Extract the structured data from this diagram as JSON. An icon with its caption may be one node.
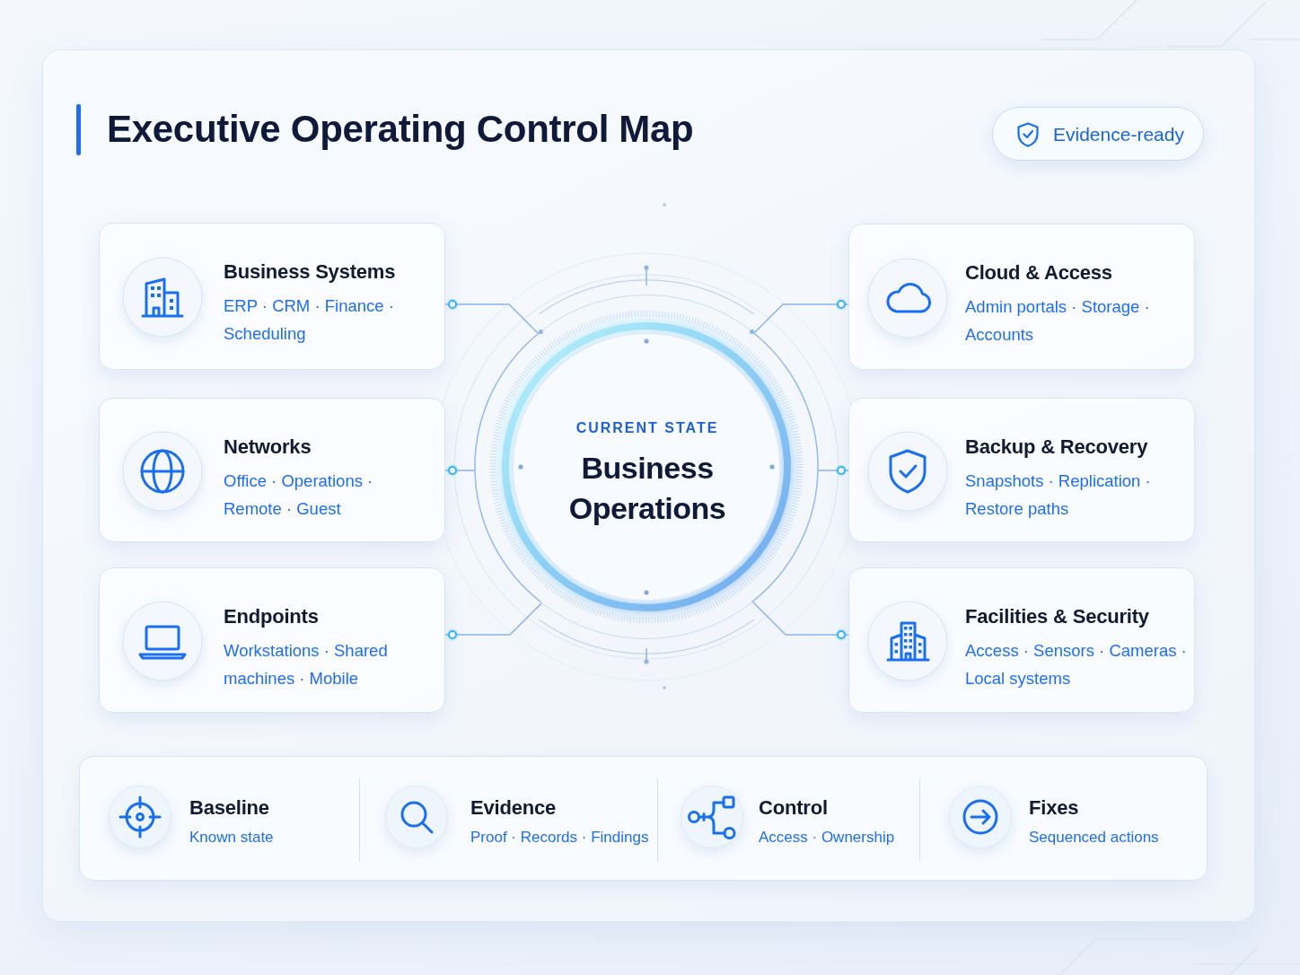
{
  "diagram": {
    "title": "Executive Operating Control Map",
    "nodes": [
      {
        "text": [
          "Evidence-ready"
        ]
      },
      {
        "text": [
          "Business Systems",
          "ERP · CRM · Finance · Scheduling"
        ]
      },
      {
        "text": [
          "Networks",
          "Office · Operations · Remote · Guest"
        ]
      },
      {
        "text": [
          "Endpoints",
          "Workstations · Shared machines · Mobile"
        ]
      },
      {
        "text": [
          "CURRENT STATE",
          "Business Operations"
        ]
      },
      {
        "text": [
          "Cloud & Access",
          "Admin portals · Storage · Accounts"
        ]
      },
      {
        "text": [
          "Backup & Recovery",
          "Snapshots · Replication · Restore paths"
        ]
      },
      {
        "text": [
          "Facilities & Security",
          "Access · Sensors · Cameras · Local systems"
        ]
      },
      {
        "text": [
          "Baseline",
          "Known state",
          "Evidence",
          "Proof · Records · Findings",
          "Control",
          "Access · Ownership",
          "Fixes",
          "Sequenced actions"
        ]
      }
    ],
    "edges": [
      {
        "from": 4,
        "to": 1,
        "arrow": "other"
      },
      {
        "from": 4,
        "to": 2,
        "arrow": "other"
      },
      {
        "from": 4,
        "to": 3,
        "arrow": "other"
      },
      {
        "from": 4,
        "to": 5,
        "arrow": "other"
      },
      {
        "from": 4,
        "to": 6,
        "arrow": "other"
      },
      {
        "from": 4,
        "to": 7,
        "arrow": "other"
      }
    ]
  }
}
